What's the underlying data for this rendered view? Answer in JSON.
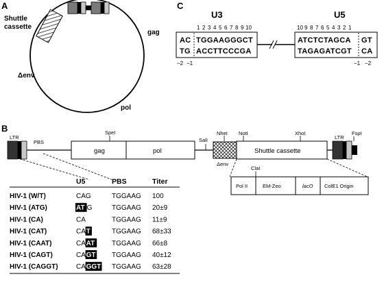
{
  "panels": {
    "a": "A",
    "b": "B",
    "c": "C"
  },
  "panel_a": {
    "shuttle_line1": "Shuttle",
    "shuttle_line2": "cassette",
    "gag": "gag",
    "env": "Δenv",
    "pol": "pol"
  },
  "panel_c": {
    "u3": {
      "title": "U3",
      "numbers": [
        "1",
        "2",
        "3",
        "4",
        "5",
        "6",
        "7",
        "8",
        "9",
        "10"
      ],
      "top_left": "AC",
      "top_right": "TGGAAGGGCT",
      "bottom_left": "TG",
      "bottom_right": "ACCTTCCCGA",
      "under_left": "−2",
      "under_right": "−1"
    },
    "u5": {
      "title": "U5",
      "numbers": [
        "10",
        "9",
        "8",
        "7",
        "6",
        "5",
        "4",
        "3",
        "2",
        "1"
      ],
      "top_left": "ATCTCTAGCA",
      "top_right": "GT",
      "bottom_left": "TAGAGATCGT",
      "bottom_right": "CA",
      "under_left": "−1",
      "under_right": "−2"
    }
  },
  "panel_b": {
    "map": {
      "ltr_left": "LTR",
      "pbs": "PBS",
      "spe": "SpeI",
      "gag": "gag",
      "pol": "pol",
      "sal": "SalI",
      "nhe": "NheI",
      "not": "NotI",
      "xho": "XhoI",
      "env": "Δenv",
      "shuttle": "Shuttle cassette",
      "ltr_right": "LTR",
      "fsp": "FspI",
      "cla": "ClaI",
      "cassette_parts": [
        "Pol II",
        "EM-Zeo",
        "lacO",
        "ColE1 Origin"
      ]
    },
    "table": {
      "headers": [
        "",
        "U5",
        "PBS",
        "Titer"
      ],
      "rows": [
        {
          "name": "HIV-1 (W/T)",
          "u5_plain": "CAG",
          "u5_hl": "",
          "u5_hl_first": false,
          "pbs": "TGGAAG",
          "titer": "100"
        },
        {
          "name": "HIV-1 (ATG)",
          "u5_plain": "G",
          "u5_hl": "AT",
          "u5_hl_first": true,
          "pbs": "TGGAAG",
          "titer": "20±9"
        },
        {
          "name": "HIV-1 (CA)",
          "u5_plain": "CA",
          "u5_hl": "",
          "u5_hl_first": false,
          "pbs": "TGGAAG",
          "titer": "11±9"
        },
        {
          "name": "HIV-1 (CAT)",
          "u5_plain": "CA",
          "u5_hl": "T",
          "u5_hl_first": false,
          "pbs": "TGGAAG",
          "titer": "68±33"
        },
        {
          "name": "HIV-1 (CAAT)",
          "u5_plain": "CA",
          "u5_hl": "AT",
          "u5_hl_first": false,
          "pbs": "TGGAAG",
          "titer": "66±8"
        },
        {
          "name": "HIV-1 (CAGT)",
          "u5_plain": "CA",
          "u5_hl": "GT",
          "u5_hl_first": false,
          "pbs": "TGGAAG",
          "titer": "40±12"
        },
        {
          "name": "HIV-1 (CAGGT)",
          "u5_plain": "CA",
          "u5_hl": "GGT",
          "u5_hl_first": false,
          "pbs": "TGGAAG",
          "titer": "63±28"
        }
      ]
    }
  },
  "colors": {
    "dark_box": "#333333",
    "mid_box": "#7a7a7a",
    "light_box": "#c8c8c8",
    "line": "#000000"
  }
}
